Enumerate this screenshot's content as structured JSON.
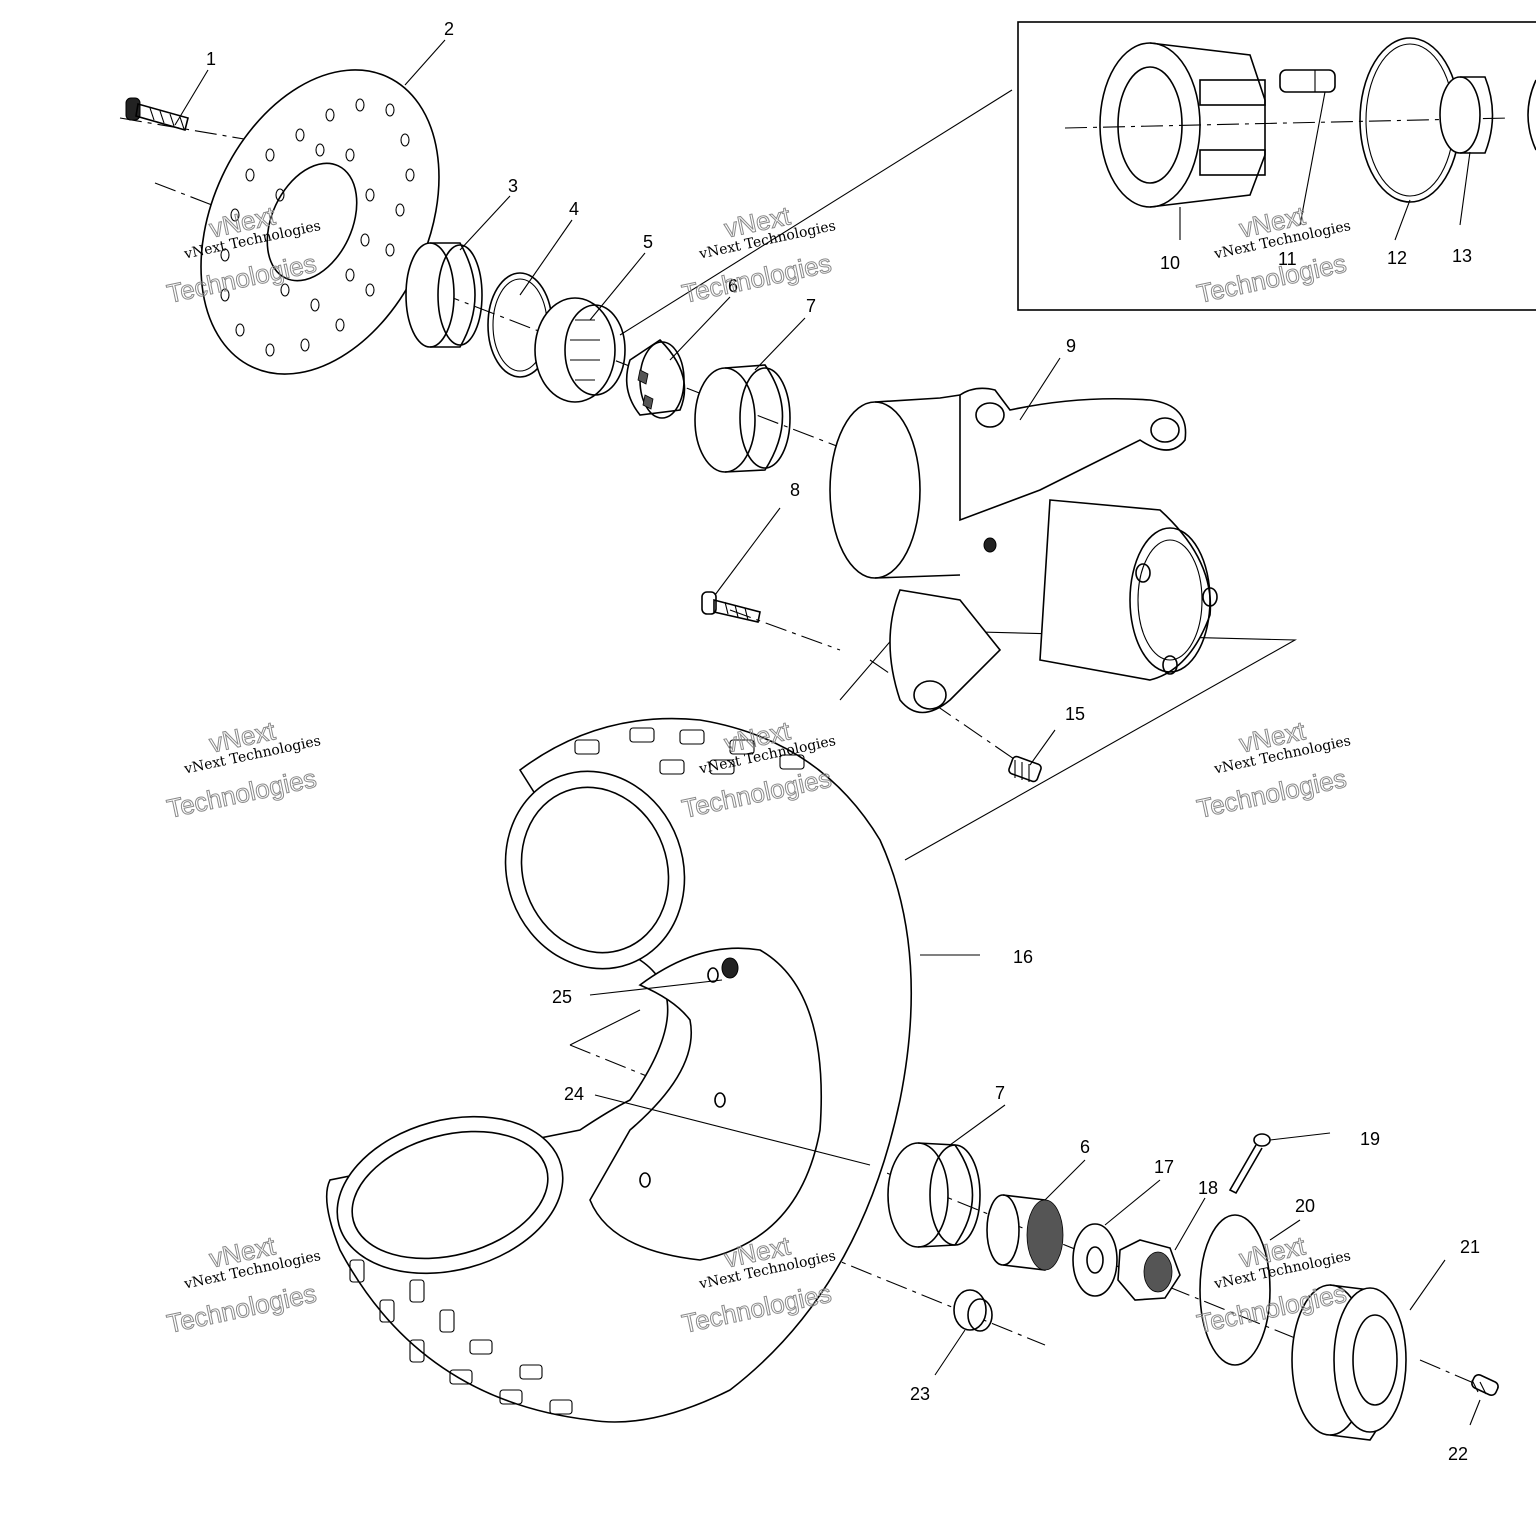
{
  "callouts": {
    "c1": "1",
    "c2": "2",
    "c3": "3",
    "c4": "4",
    "c5": "5",
    "c6a": "6",
    "c7a": "7",
    "c8": "8",
    "c9": "9",
    "c10": "10",
    "c11": "11",
    "c12": "12",
    "c13": "13",
    "c15": "15",
    "c16": "16",
    "c25": "25",
    "c24": "24",
    "c7b": "7",
    "c6b": "6",
    "c17": "17",
    "c18": "18",
    "c19": "19",
    "c20": "20",
    "c21": "21",
    "c22": "22",
    "c23": "23"
  },
  "watermark": {
    "line_small": "vNext Technologies",
    "line_big_1": "vNext",
    "line_big_2": "Technologies"
  }
}
